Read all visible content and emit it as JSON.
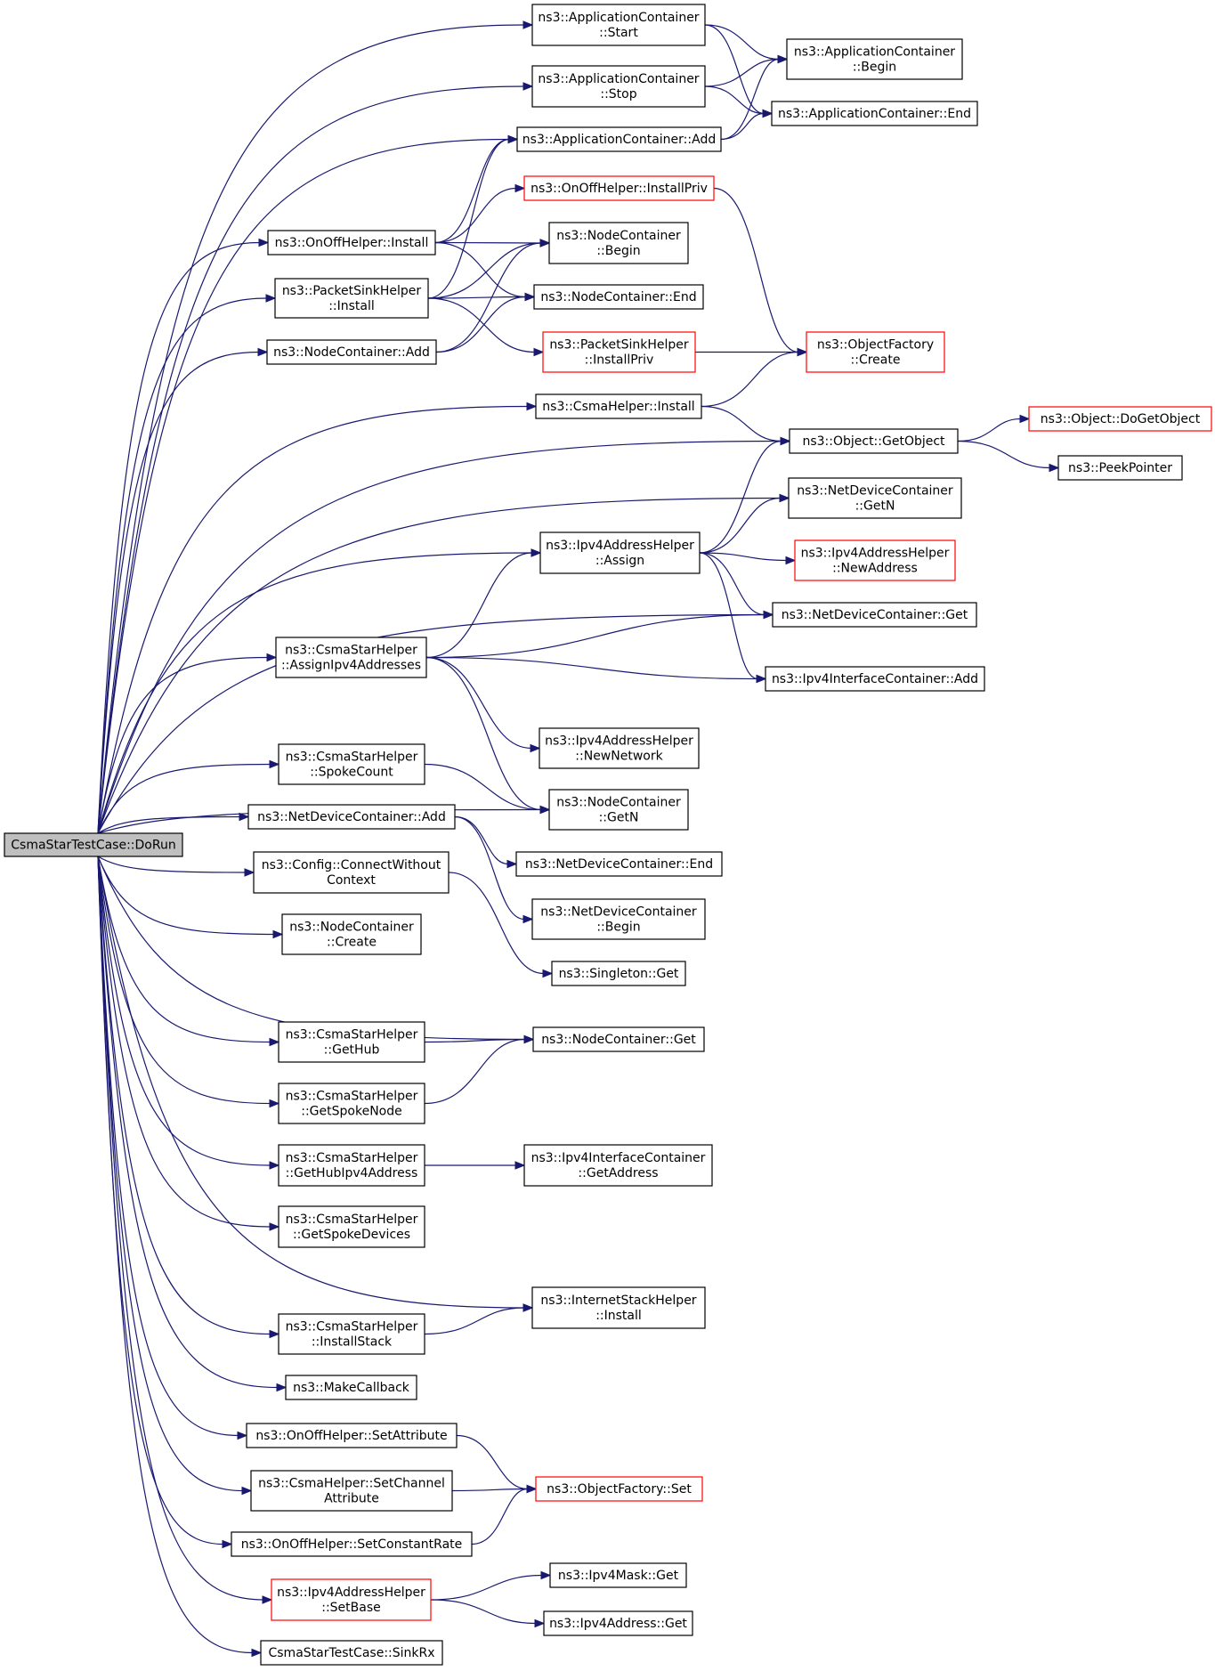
{
  "graph": {
    "nodes": [
      {
        "id": "dorun",
        "lines": [
          "CsmaStarTestCase::DoRun"
        ],
        "root": true
      },
      {
        "id": "appStart",
        "lines": [
          "ns3::ApplicationContainer",
          "::Start"
        ]
      },
      {
        "id": "appStop",
        "lines": [
          "ns3::ApplicationContainer",
          "::Stop"
        ]
      },
      {
        "id": "appBegin",
        "lines": [
          "ns3::ApplicationContainer",
          "::Begin"
        ]
      },
      {
        "id": "appEnd",
        "lines": [
          "ns3::ApplicationContainer::End"
        ]
      },
      {
        "id": "appAdd",
        "lines": [
          "ns3::ApplicationContainer::Add"
        ]
      },
      {
        "id": "onoffInstallPriv",
        "lines": [
          "ns3::OnOffHelper::InstallPriv"
        ],
        "red": true
      },
      {
        "id": "onoffInstall",
        "lines": [
          "ns3::OnOffHelper::Install"
        ]
      },
      {
        "id": "ncBegin",
        "lines": [
          "ns3::NodeContainer",
          "::Begin"
        ]
      },
      {
        "id": "psInstall",
        "lines": [
          "ns3::PacketSinkHelper",
          "::Install"
        ]
      },
      {
        "id": "ncEnd",
        "lines": [
          "ns3::NodeContainer::End"
        ]
      },
      {
        "id": "ncAdd",
        "lines": [
          "ns3::NodeContainer::Add"
        ]
      },
      {
        "id": "psInstallPriv",
        "lines": [
          "ns3::PacketSinkHelper",
          "::InstallPriv"
        ],
        "red": true
      },
      {
        "id": "ofCreate",
        "lines": [
          "ns3::ObjectFactory",
          "::Create"
        ],
        "red": true
      },
      {
        "id": "csmaInstall",
        "lines": [
          "ns3::CsmaHelper::Install"
        ]
      },
      {
        "id": "objDoGet",
        "lines": [
          "ns3::Object::DoGetObject"
        ],
        "red": true
      },
      {
        "id": "objGet",
        "lines": [
          "ns3::Object::GetObject"
        ]
      },
      {
        "id": "peek",
        "lines": [
          "ns3::PeekPointer"
        ]
      },
      {
        "id": "ndcGetN",
        "lines": [
          "ns3::NetDeviceContainer",
          "::GetN"
        ]
      },
      {
        "id": "ipv4Assign",
        "lines": [
          "ns3::Ipv4AddressHelper",
          "::Assign"
        ]
      },
      {
        "id": "ipv4NewAddr",
        "lines": [
          "ns3::Ipv4AddressHelper",
          "::NewAddress"
        ],
        "red": true
      },
      {
        "id": "ndcGet",
        "lines": [
          "ns3::NetDeviceContainer::Get"
        ]
      },
      {
        "id": "starAssign",
        "lines": [
          "ns3::CsmaStarHelper",
          "::AssignIpv4Addresses"
        ]
      },
      {
        "id": "iicAdd",
        "lines": [
          "ns3::Ipv4InterfaceContainer::Add"
        ]
      },
      {
        "id": "ipv4NewNet",
        "lines": [
          "ns3::Ipv4AddressHelper",
          "::NewNetwork"
        ]
      },
      {
        "id": "starSpoke",
        "lines": [
          "ns3::CsmaStarHelper",
          "::SpokeCount"
        ]
      },
      {
        "id": "ncGetN",
        "lines": [
          "ns3::NodeContainer",
          "::GetN"
        ]
      },
      {
        "id": "ndcAdd",
        "lines": [
          "ns3::NetDeviceContainer::Add"
        ]
      },
      {
        "id": "ndcEnd",
        "lines": [
          "ns3::NetDeviceContainer::End"
        ]
      },
      {
        "id": "cfgConnect",
        "lines": [
          "ns3::Config::ConnectWithout",
          "Context"
        ]
      },
      {
        "id": "ndcBegin",
        "lines": [
          "ns3::NetDeviceContainer",
          "::Begin"
        ]
      },
      {
        "id": "ncCreate",
        "lines": [
          "ns3::NodeContainer",
          "::Create"
        ]
      },
      {
        "id": "singletonGet",
        "lines": [
          "ns3::Singleton::Get"
        ]
      },
      {
        "id": "starGetHub",
        "lines": [
          "ns3::CsmaStarHelper",
          "::GetHub"
        ]
      },
      {
        "id": "ncGet",
        "lines": [
          "ns3::NodeContainer::Get"
        ]
      },
      {
        "id": "starGetSpoke",
        "lines": [
          "ns3::CsmaStarHelper",
          "::GetSpokeNode"
        ]
      },
      {
        "id": "starGetHubIpv4",
        "lines": [
          "ns3::CsmaStarHelper",
          "::GetHubIpv4Address"
        ]
      },
      {
        "id": "iicGetAddr",
        "lines": [
          "ns3::Ipv4InterfaceContainer",
          "::GetAddress"
        ]
      },
      {
        "id": "starGetSpokeDev",
        "lines": [
          "ns3::CsmaStarHelper",
          "::GetSpokeDevices"
        ]
      },
      {
        "id": "ishInstall",
        "lines": [
          "ns3::InternetStackHelper",
          "::Install"
        ]
      },
      {
        "id": "starInstallStack",
        "lines": [
          "ns3::CsmaStarHelper",
          "::InstallStack"
        ]
      },
      {
        "id": "makeCallback",
        "lines": [
          "ns3::MakeCallback"
        ]
      },
      {
        "id": "onoffSetAttr",
        "lines": [
          "ns3::OnOffHelper::SetAttribute"
        ]
      },
      {
        "id": "csmaSetChan",
        "lines": [
          "ns3::CsmaHelper::SetChannel",
          "Attribute"
        ]
      },
      {
        "id": "ofSet",
        "lines": [
          "ns3::ObjectFactory::Set"
        ],
        "red": true
      },
      {
        "id": "onoffSetRate",
        "lines": [
          "ns3::OnOffHelper::SetConstantRate"
        ]
      },
      {
        "id": "ipv4SetBase",
        "lines": [
          "ns3::Ipv4AddressHelper",
          "::SetBase"
        ],
        "red": true
      },
      {
        "id": "maskGet",
        "lines": [
          "ns3::Ipv4Mask::Get"
        ]
      },
      {
        "id": "addrGet",
        "lines": [
          "ns3::Ipv4Address::Get"
        ]
      },
      {
        "id": "sinkRx",
        "lines": [
          "CsmaStarTestCase::SinkRx"
        ]
      }
    ],
    "edges": [
      [
        "dorun",
        "appStart"
      ],
      [
        "dorun",
        "appStop"
      ],
      [
        "dorun",
        "appAdd"
      ],
      [
        "dorun",
        "onoffInstall"
      ],
      [
        "dorun",
        "psInstall"
      ],
      [
        "dorun",
        "ncAdd"
      ],
      [
        "dorun",
        "csmaInstall"
      ],
      [
        "dorun",
        "objGet"
      ],
      [
        "dorun",
        "ndcGetN"
      ],
      [
        "dorun",
        "ipv4Assign"
      ],
      [
        "dorun",
        "ndcGet"
      ],
      [
        "dorun",
        "starAssign"
      ],
      [
        "dorun",
        "ncGetN"
      ],
      [
        "dorun",
        "starSpoke"
      ],
      [
        "dorun",
        "ndcAdd"
      ],
      [
        "dorun",
        "cfgConnect"
      ],
      [
        "dorun",
        "ncCreate"
      ],
      [
        "dorun",
        "ncGet"
      ],
      [
        "dorun",
        "starGetHub"
      ],
      [
        "dorun",
        "starGetSpoke"
      ],
      [
        "dorun",
        "starGetHubIpv4"
      ],
      [
        "dorun",
        "starGetSpokeDev"
      ],
      [
        "dorun",
        "ishInstall"
      ],
      [
        "dorun",
        "starInstallStack"
      ],
      [
        "dorun",
        "makeCallback"
      ],
      [
        "dorun",
        "onoffSetAttr"
      ],
      [
        "dorun",
        "csmaSetChan"
      ],
      [
        "dorun",
        "onoffSetRate"
      ],
      [
        "dorun",
        "ipv4SetBase"
      ],
      [
        "dorun",
        "sinkRx"
      ],
      [
        "appStart",
        "appBegin"
      ],
      [
        "appStart",
        "appEnd"
      ],
      [
        "appStop",
        "appBegin"
      ],
      [
        "appStop",
        "appEnd"
      ],
      [
        "appAdd",
        "appBegin"
      ],
      [
        "appAdd",
        "appEnd"
      ],
      [
        "onoffInstall",
        "appAdd"
      ],
      [
        "onoffInstall",
        "onoffInstallPriv"
      ],
      [
        "onoffInstall",
        "ncBegin"
      ],
      [
        "onoffInstall",
        "ncEnd"
      ],
      [
        "onoffInstallPriv",
        "ofCreate"
      ],
      [
        "psInstall",
        "appAdd"
      ],
      [
        "psInstall",
        "ncBegin"
      ],
      [
        "psInstall",
        "ncEnd"
      ],
      [
        "psInstall",
        "psInstallPriv"
      ],
      [
        "ncAdd",
        "ncBegin"
      ],
      [
        "ncAdd",
        "ncEnd"
      ],
      [
        "psInstallPriv",
        "ofCreate"
      ],
      [
        "csmaInstall",
        "ofCreate"
      ],
      [
        "csmaInstall",
        "objGet"
      ],
      [
        "objGet",
        "objDoGet"
      ],
      [
        "objGet",
        "peek"
      ],
      [
        "ipv4Assign",
        "objGet"
      ],
      [
        "ipv4Assign",
        "ndcGetN"
      ],
      [
        "ipv4Assign",
        "ipv4NewAddr"
      ],
      [
        "ipv4Assign",
        "ndcGet"
      ],
      [
        "ipv4Assign",
        "iicAdd"
      ],
      [
        "starAssign",
        "ipv4Assign"
      ],
      [
        "starAssign",
        "ndcGet"
      ],
      [
        "starAssign",
        "iicAdd"
      ],
      [
        "starAssign",
        "ipv4NewNet"
      ],
      [
        "starAssign",
        "ncGetN"
      ],
      [
        "starSpoke",
        "ncGetN"
      ],
      [
        "ndcAdd",
        "ndcEnd"
      ],
      [
        "ndcAdd",
        "ndcBegin"
      ],
      [
        "cfgConnect",
        "singletonGet"
      ],
      [
        "starGetHub",
        "ncGet"
      ],
      [
        "starGetSpoke",
        "ncGet"
      ],
      [
        "starGetHubIpv4",
        "iicGetAddr"
      ],
      [
        "starInstallStack",
        "ishInstall"
      ],
      [
        "onoffSetAttr",
        "ofSet"
      ],
      [
        "csmaSetChan",
        "ofSet"
      ],
      [
        "onoffSetRate",
        "ofSet"
      ],
      [
        "ipv4SetBase",
        "maskGet"
      ],
      [
        "ipv4SetBase",
        "addrGet"
      ]
    ]
  }
}
